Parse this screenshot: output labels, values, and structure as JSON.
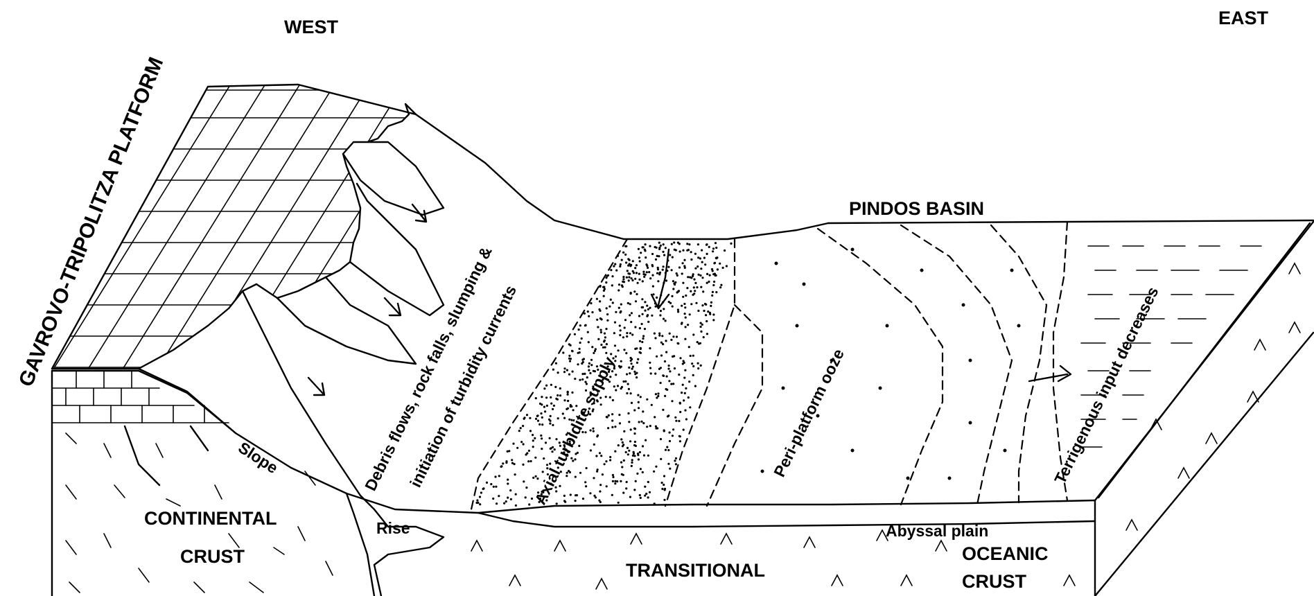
{
  "labels": {
    "platform": "GAVROVO-TRIPOLITZA PLATFORM",
    "west": "WEST",
    "east": "EAST",
    "pindos_basin": "PINDOS BASIN",
    "debris_line1": "Debris flows, rock falls, slumping &",
    "debris_line2": "initiation of turbidity currents",
    "axial": "Axial turbidite supply",
    "peri": "Peri-platform ooze",
    "terrigenous": "Terrigenous input decreases",
    "slope": "Slope",
    "rise": "Rise",
    "abyssal": "Abyssal plain",
    "continental": "CONTINENTAL",
    "crust_left": "CRUST",
    "transitional": "TRANSITIONAL",
    "oceanic": "OCEANIC",
    "crust_right": "CRUST"
  }
}
